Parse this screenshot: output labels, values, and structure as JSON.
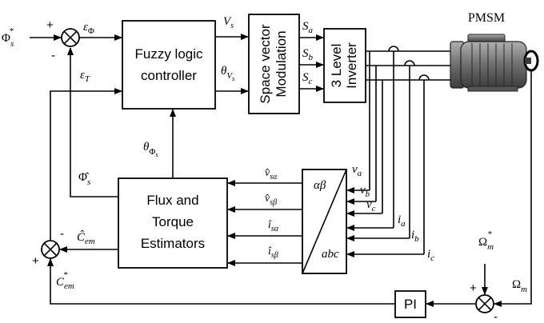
{
  "blocks": {
    "fuzzy": [
      "Fuzzy logic",
      "controller"
    ],
    "svm": [
      "Space vector",
      "Modulation"
    ],
    "inverter": [
      "3 Level",
      "Inverter"
    ],
    "estimator": [
      "Flux and",
      "Torque",
      "Estimators"
    ],
    "pi": "PI",
    "motor": "PMSM",
    "transform_top": "αβ",
    "transform_bottom": "abc"
  },
  "signals": {
    "flux_ref": "Φ",
    "flux_ref_sub": "s",
    "flux_ref_sup": "*",
    "flux_err": "ε",
    "flux_err_sub": "Φ",
    "torque_err": "ε",
    "torque_err_sub": "T",
    "vs": "V",
    "vs_sub": "s",
    "theta_vs": "θ",
    "theta_vs_sub": "V",
    "theta_vs_subsub": "s",
    "theta_phi": "θ",
    "theta_phi_sub": "Φ",
    "theta_phi_subsub": "s",
    "flux_est": "Φ̂",
    "flux_est_sub": "s",
    "torque_est": "Ĉ",
    "torque_est_sub": "em",
    "torque_ref": "C",
    "torque_ref_sub": "em",
    "torque_ref_sup": "*",
    "speed_ref": "Ω",
    "speed_ref_sub": "m",
    "speed_ref_sup": "*",
    "speed": "Ω",
    "speed_sub": "m",
    "sa": "S",
    "sa_sub": "a",
    "sb": "S",
    "sb_sub": "b",
    "sc": "S",
    "sc_sub": "c",
    "va": "v",
    "va_sub": "a",
    "vb": "v",
    "vb_sub": "b",
    "vc": "v",
    "vc_sub": "c",
    "ia": "i",
    "ia_sub": "a",
    "ib": "i",
    "ib_sub": "b",
    "ic": "i",
    "ic_sub": "c",
    "vsa": "v̂",
    "vsa_sub": "sα",
    "vsb": "v̂",
    "vsb_sub": "sβ",
    "isa": "î",
    "isa_sub": "sα",
    "isb": "î",
    "isb_sub": "sβ"
  },
  "signs": {
    "sum1_plus": "+",
    "sum1_minus": "-",
    "sum2_plus": "+",
    "sum2_minus": "-",
    "sum3_plus": "+",
    "sum3_minus": "-"
  },
  "colors": {
    "motor_body": "#7a7a7a",
    "motor_dark": "#4a4a4a"
  }
}
